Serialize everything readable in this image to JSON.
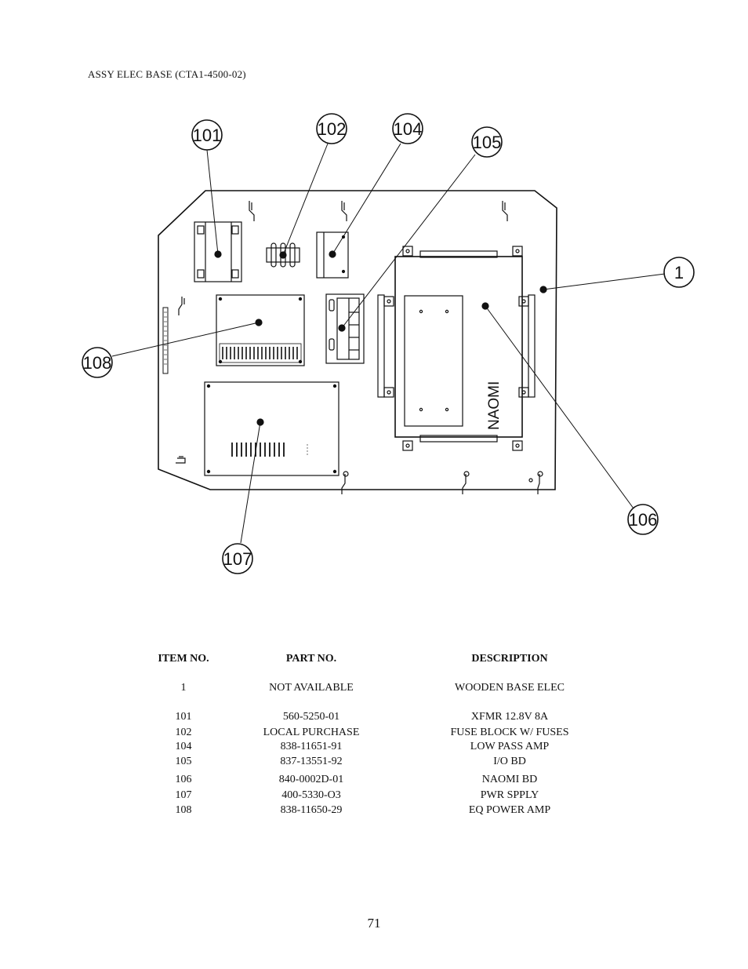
{
  "title": "ASSY ELEC BASE (CTA1-4500-02)",
  "callouts": [
    "101",
    "102",
    "104",
    "105",
    "1",
    "108",
    "106",
    "107"
  ],
  "board_label": "NAOMI",
  "table": {
    "headers": {
      "item": "ITEM NO.",
      "part": "PART NO.",
      "desc": "DESCRIPTION"
    },
    "rows": [
      {
        "item": "1",
        "part": "NOT AVAILABLE",
        "desc": "WOODEN BASE ELEC"
      },
      {
        "item": "101",
        "part": "560-5250-01",
        "desc": "XFMR 12.8V 8A"
      },
      {
        "item": "102",
        "part": "LOCAL PURCHASE",
        "desc": "FUSE BLOCK W/ FUSES"
      },
      {
        "item": "104",
        "part": "838-11651-91",
        "desc": "LOW PASS AMP"
      },
      {
        "item": "105",
        "part": "837-13551-92",
        "desc": "I/O BD"
      },
      {
        "item": "106",
        "part": "840-0002D-01",
        "desc": "NAOMI BD"
      },
      {
        "item": "107",
        "part": "400-5330-O3",
        "desc": "PWR SPPLY"
      },
      {
        "item": "108",
        "part": "838-11650-29",
        "desc": "EQ POWER AMP"
      }
    ]
  },
  "page_number": "71"
}
